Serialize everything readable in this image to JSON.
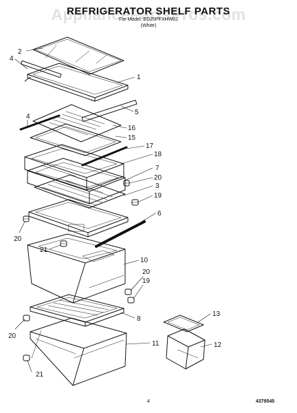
{
  "header": {
    "watermark": "AppliancePartsPros.com",
    "title": "REFRIGERATOR SHELF PARTS",
    "model_line": "For Model: ED25PFXHW02",
    "color_line": "(White)"
  },
  "footer": {
    "page_number": "4",
    "part_number": "4379545"
  },
  "callouts": [
    {
      "id": "c2a",
      "label": "2"
    },
    {
      "id": "c4a",
      "label": "4"
    },
    {
      "id": "c1",
      "label": "1"
    },
    {
      "id": "c5",
      "label": "5"
    },
    {
      "id": "c4b",
      "label": "4"
    },
    {
      "id": "c16",
      "label": "16"
    },
    {
      "id": "c15",
      "label": "15"
    },
    {
      "id": "c17",
      "label": "17"
    },
    {
      "id": "c18",
      "label": "18"
    },
    {
      "id": "c7",
      "label": "7"
    },
    {
      "id": "c20a",
      "label": "20"
    },
    {
      "id": "c3",
      "label": "3"
    },
    {
      "id": "c19a",
      "label": "19"
    },
    {
      "id": "c6",
      "label": "6"
    },
    {
      "id": "c20b",
      "label": "20"
    },
    {
      "id": "c21a",
      "label": "21"
    },
    {
      "id": "c10",
      "label": "10"
    },
    {
      "id": "c20c",
      "label": "20"
    },
    {
      "id": "c19b",
      "label": "19"
    },
    {
      "id": "c8",
      "label": "8"
    },
    {
      "id": "c20d",
      "label": "20"
    },
    {
      "id": "c13",
      "label": "13"
    },
    {
      "id": "c12",
      "label": "12"
    },
    {
      "id": "c11",
      "label": "11"
    },
    {
      "id": "c21b",
      "label": "21"
    }
  ]
}
